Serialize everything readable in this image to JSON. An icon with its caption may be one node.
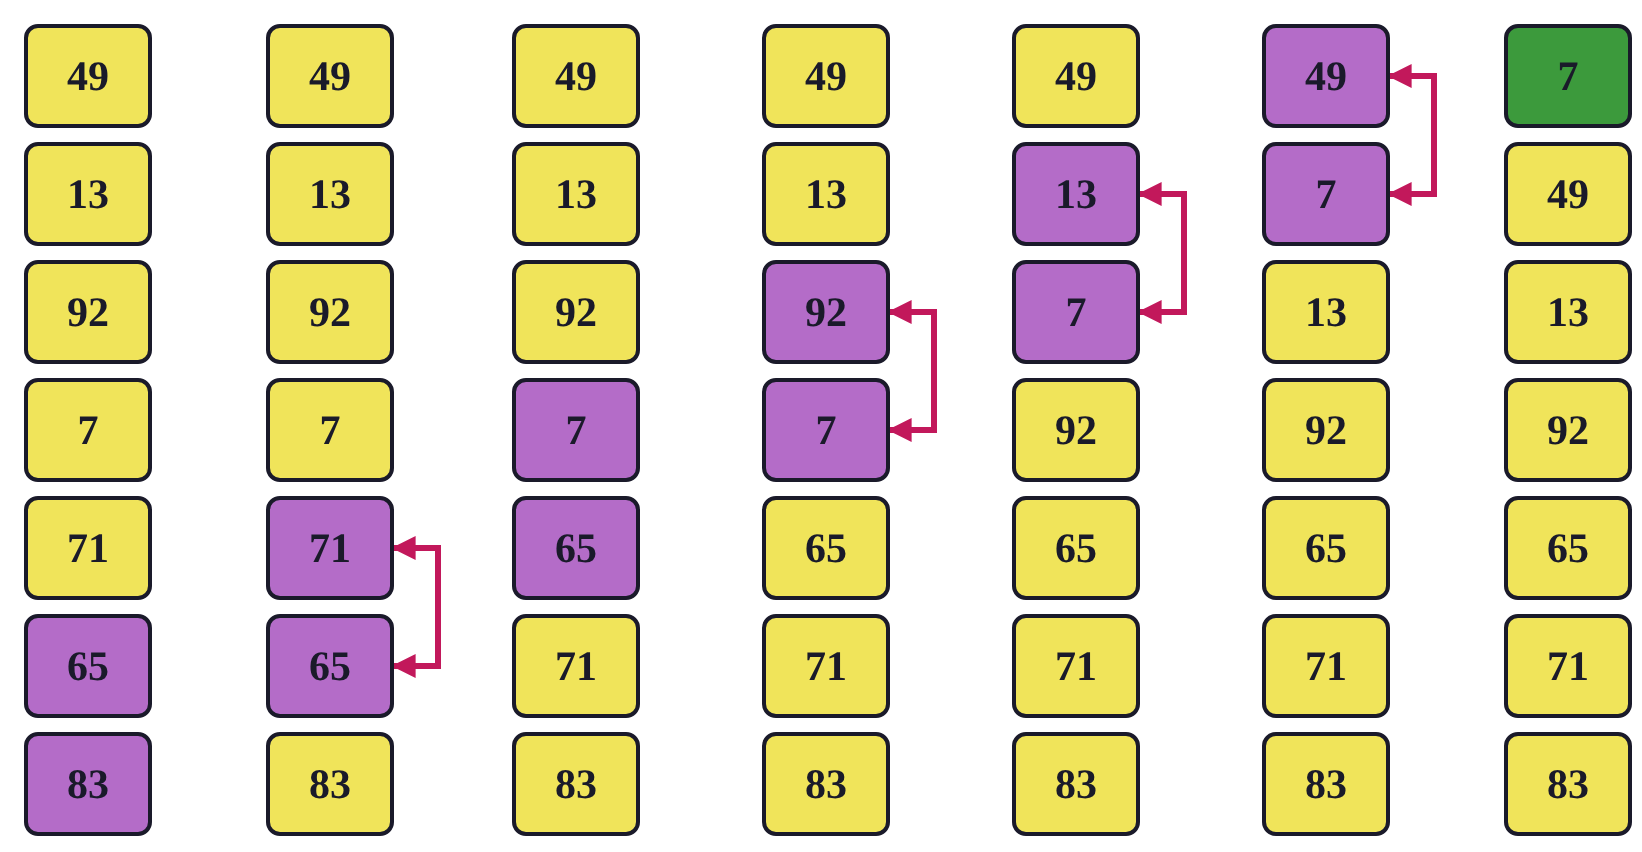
{
  "diagram": {
    "nodes": [
      {
        "text": [
          "49"
        ]
      },
      {
        "text": [
          "13"
        ]
      },
      {
        "text": [
          "92"
        ]
      },
      {
        "text": [
          "7"
        ]
      },
      {
        "text": [
          "71"
        ]
      },
      {
        "text": [
          "65"
        ]
      },
      {
        "text": [
          "83"
        ]
      },
      {
        "text": [
          "49"
        ]
      },
      {
        "text": [
          "13"
        ]
      },
      {
        "text": [
          "92"
        ]
      },
      {
        "text": [
          "7"
        ]
      },
      {
        "text": [
          "71"
        ]
      },
      {
        "text": [
          "65"
        ]
      },
      {
        "text": [
          "83"
        ]
      },
      {
        "text": [
          "49"
        ]
      },
      {
        "text": [
          "13"
        ]
      },
      {
        "text": [
          "92"
        ]
      },
      {
        "text": [
          "7"
        ]
      },
      {
        "text": [
          "65"
        ]
      },
      {
        "text": [
          "71"
        ]
      },
      {
        "text": [
          "83"
        ]
      },
      {
        "text": [
          "49"
        ]
      },
      {
        "text": [
          "13"
        ]
      },
      {
        "text": [
          "92"
        ]
      },
      {
        "text": [
          "7"
        ]
      },
      {
        "text": [
          "65"
        ]
      },
      {
        "text": [
          "71"
        ]
      },
      {
        "text": [
          "83"
        ]
      },
      {
        "text": [
          "49"
        ]
      },
      {
        "text": [
          "13"
        ]
      },
      {
        "text": [
          "7"
        ]
      },
      {
        "text": [
          "92"
        ]
      },
      {
        "text": [
          "65"
        ]
      },
      {
        "text": [
          "71"
        ]
      },
      {
        "text": [
          "83"
        ]
      },
      {
        "text": [
          "49"
        ]
      },
      {
        "text": [
          "7"
        ]
      },
      {
        "text": [
          "13"
        ]
      },
      {
        "text": [
          "92"
        ]
      },
      {
        "text": [
          "65"
        ]
      },
      {
        "text": [
          "71"
        ]
      },
      {
        "text": [
          "83"
        ]
      },
      {
        "text": [
          "7"
        ]
      },
      {
        "text": [
          "49"
        ]
      },
      {
        "text": [
          "13"
        ]
      },
      {
        "text": [
          "92"
        ]
      },
      {
        "text": [
          "65"
        ]
      },
      {
        "text": [
          "71"
        ]
      },
      {
        "text": [
          "83"
        ]
      }
    ],
    "edges": [
      {
        "from": 11,
        "to": 12,
        "arrow": "both"
      },
      {
        "from": 23,
        "to": 24,
        "arrow": "both"
      },
      {
        "from": 29,
        "to": 30,
        "arrow": "both"
      },
      {
        "from": 35,
        "to": 36,
        "arrow": "both"
      }
    ]
  }
}
